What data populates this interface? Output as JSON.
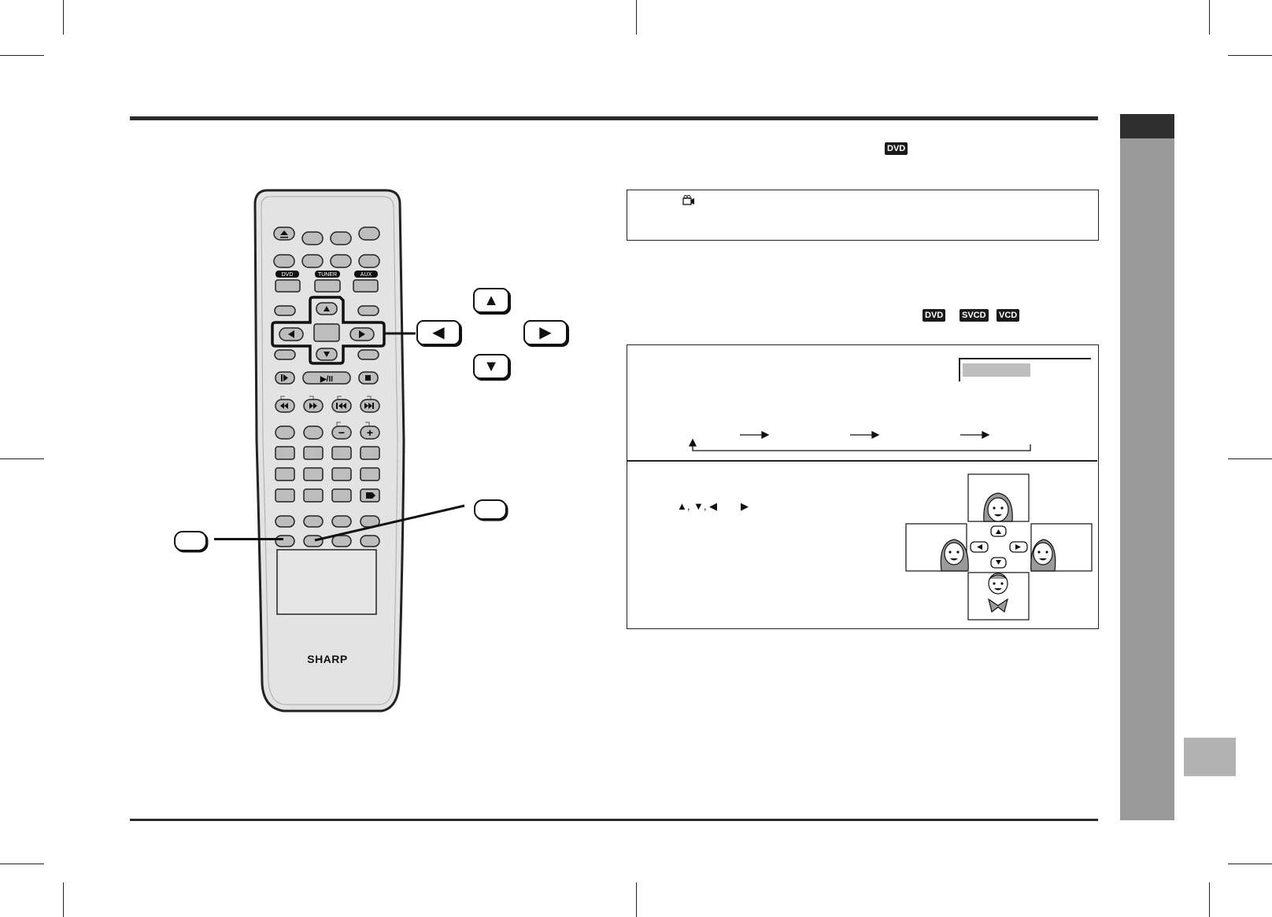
{
  "brand": {
    "logo_text": "SHARP"
  },
  "remote": {
    "source_labels": [
      "DVD",
      "TUNER",
      "AUX"
    ],
    "play_pause_glyph": "▶/II",
    "minus_glyph": "−",
    "plus_glyph": "+",
    "eject_icon": "eject-icon"
  },
  "disc_badges": {
    "header": "DVD",
    "row": [
      "DVD",
      "SVCD",
      "VCD"
    ]
  },
  "direction_glyphs": {
    "up": "▲",
    "down": "▼",
    "left": "◀",
    "right": "▶"
  },
  "step_glyphs": {
    "up": "▲",
    "sep1": ",",
    "down": "▼",
    "sep2": ",",
    "left": "◀",
    "right": "▶"
  },
  "icons": {
    "angle": "camera-angle-icon"
  },
  "colors": {
    "rule": "#2b2b2b",
    "side_tab": "#9a9a9a",
    "side_tab_header": "#2e2e2e",
    "badge": "#1a1a1a"
  }
}
